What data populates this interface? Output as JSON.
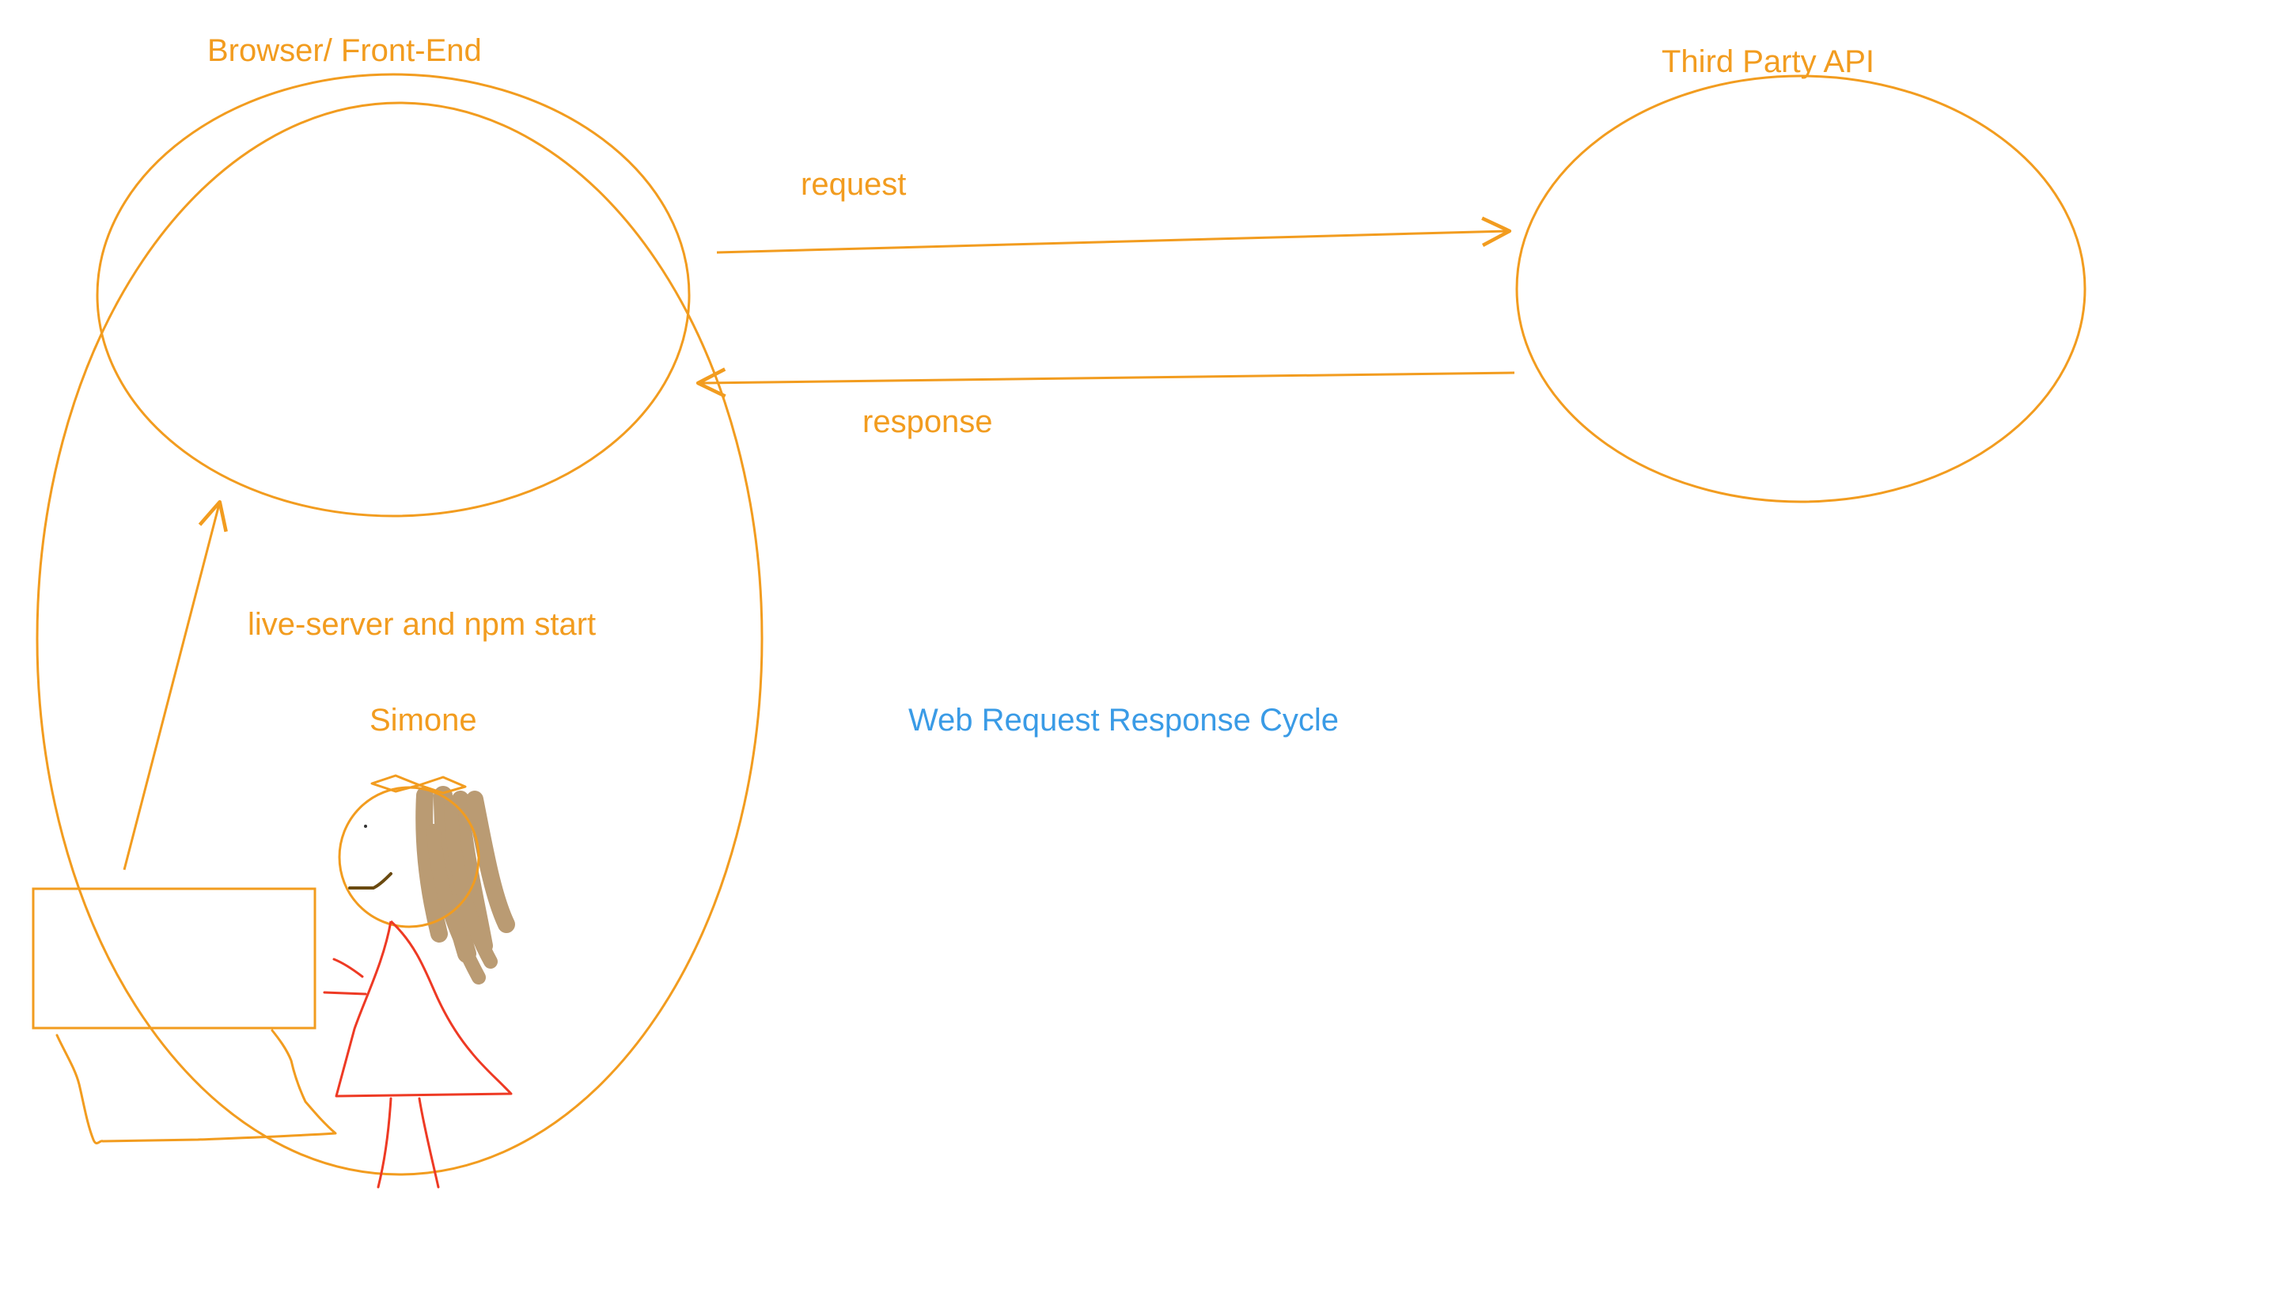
{
  "colors": {
    "stroke": "#f29c1f",
    "title": "#3a9be6",
    "figure_body": "#ee3a24",
    "hair": "#a47a45",
    "mouth": "#6a4a10"
  },
  "diagram": {
    "title": "Web Request Response Cycle",
    "nodes": {
      "browser": {
        "label": "Browser/ Front-End"
      },
      "api": {
        "label": "Third Party API"
      },
      "local": {
        "label": "live-server and npm start"
      },
      "person": {
        "label": "Simone"
      }
    },
    "edges": {
      "request": {
        "label": "request",
        "from": "browser",
        "to": "api"
      },
      "response": {
        "label": "response",
        "from": "api",
        "to": "browser"
      },
      "launch": {
        "from": "laptop",
        "to": "browser"
      }
    }
  }
}
